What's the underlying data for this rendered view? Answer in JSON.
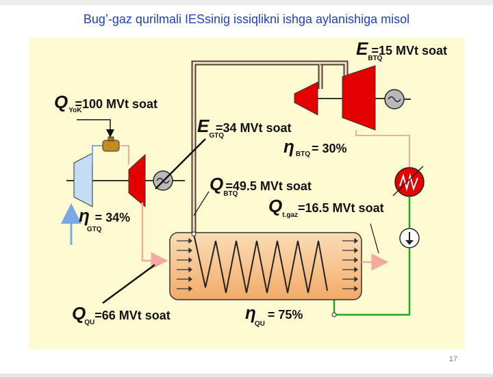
{
  "slide": {
    "title": "Bug’-gaz qurilmali IESsinig issiqlikni ishga aylanishiga misol",
    "page_number": "17"
  },
  "labels": {
    "q_yok": {
      "symbol": "Q",
      "sub": "YoK",
      "value": "=100 MVt soat"
    },
    "e_btq": {
      "symbol": "E",
      "sub": "BTQ",
      "value": "=15 MVt soat"
    },
    "e_gtq": {
      "symbol": "E",
      "sub": "GTQ",
      "value": "=34 MVt soat"
    },
    "eta_btq": {
      "symbol": "η",
      "sub": "BTQ",
      "value": "= 30%"
    },
    "q_btq": {
      "symbol": "Q",
      "sub": "BTQ",
      "value": "=49.5 MVt soat"
    },
    "q_tgaz": {
      "symbol": "Q",
      "sub": "t.gaz",
      "value": "=16.5 MVt soat"
    },
    "eta_gtq": {
      "symbol": "η",
      "sub": "GTQ",
      "value": "= 34%"
    },
    "q_qu": {
      "symbol": "Q",
      "sub": "QU",
      "value": "=66 MVt soat"
    },
    "eta_qu": {
      "symbol": "η",
      "sub": "QU",
      "value": "= 75%"
    }
  },
  "colors": {
    "title": "#1f3fc6",
    "canvas": "#fefbd3",
    "turbine": "#e50000",
    "compressor": "#c4dcf5",
    "exhaust": "#f4a9a0",
    "steam_pipe": "#5a3e32",
    "water_pipe": "#22a322",
    "boiler": "#f7c48f",
    "burner": "#c98a1e"
  }
}
